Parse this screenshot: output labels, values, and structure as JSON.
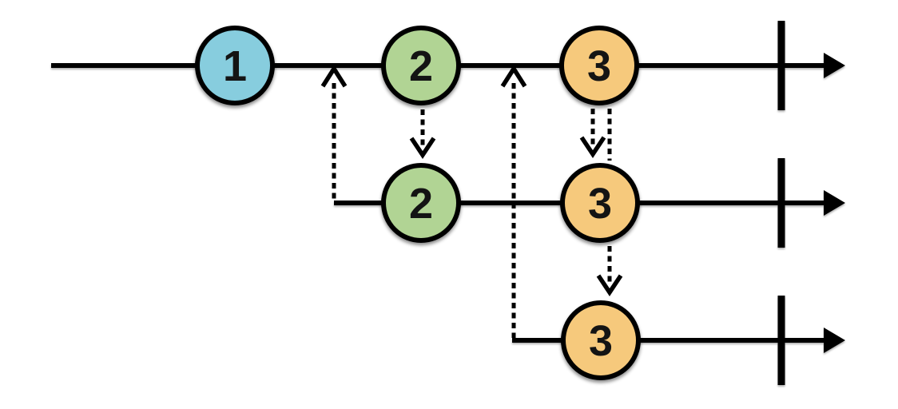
{
  "diagram": {
    "kind": "marble-timeline-diagram",
    "colors": {
      "background": "#ffffff",
      "line": "#000000",
      "label": "#141414",
      "event_1": "#87CDDE",
      "event_2": "#B1D494",
      "event_3": "#F6C97B"
    },
    "timelines": [
      {
        "id": "timeline-1",
        "events": [
          {
            "label": "1",
            "color": "#87CDDE"
          },
          {
            "label": "2",
            "color": "#B1D494"
          },
          {
            "label": "3",
            "color": "#F6C97B"
          }
        ]
      },
      {
        "id": "timeline-2",
        "events": [
          {
            "label": "2",
            "color": "#B1D494"
          },
          {
            "label": "3",
            "color": "#F6C97B"
          }
        ]
      },
      {
        "id": "timeline-3",
        "events": [
          {
            "label": "3",
            "color": "#F6C97B"
          }
        ]
      }
    ],
    "connections": [
      {
        "style": "dashed",
        "direction": "up",
        "from": "timeline-2-start",
        "to": "timeline-1"
      },
      {
        "style": "dashed",
        "direction": "down",
        "from": "timeline-1-event-2",
        "to": "timeline-2-event-2"
      },
      {
        "style": "dashed",
        "direction": "up",
        "from": "timeline-3-start",
        "to": "timeline-1"
      },
      {
        "style": "dashed",
        "direction": "down",
        "from": "timeline-1-event-3",
        "to": "timeline-2-event-3"
      },
      {
        "style": "dashed",
        "direction": "down",
        "from": "timeline-1-event-3",
        "to": "timeline-3-event-3"
      }
    ]
  }
}
